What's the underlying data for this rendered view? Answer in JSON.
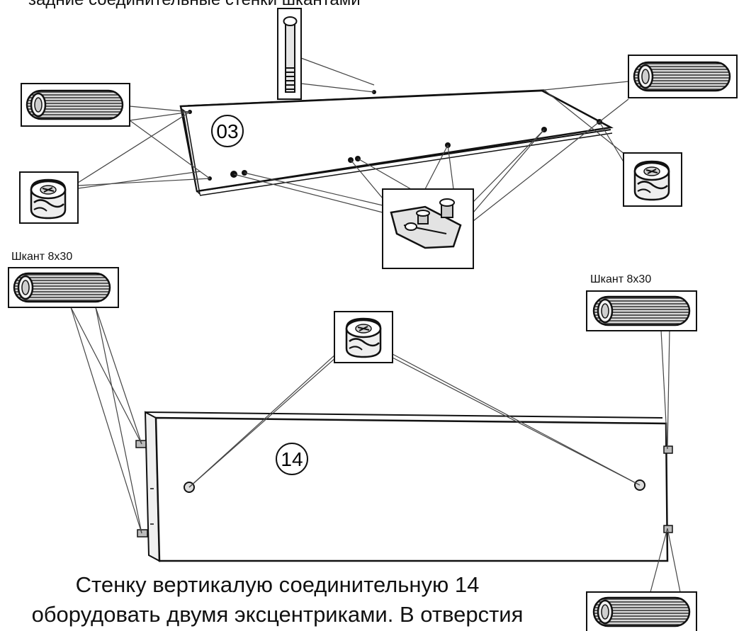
{
  "top_caption": "задние соединительные стенки шкантами",
  "panel_top_number": "03",
  "panel_bottom_number": "14",
  "dowel_label_left": "Шкант 8х30",
  "dowel_label_right": "Шкант 8х30",
  "caption_line1": "Стенку вертикалую соединительную 14",
  "caption_line2": "оборудовать двумя эксцентриками. В отверстия"
}
